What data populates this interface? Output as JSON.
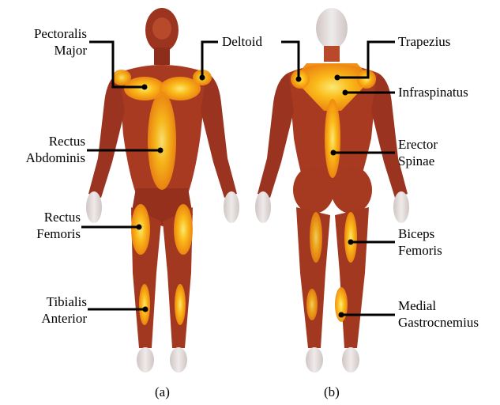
{
  "colors": {
    "muscle": "#a83a22",
    "muscle_dark": "#7a2414",
    "active": "#f08a10",
    "active_hot": "#ffd21a",
    "bone": "#d8d0cc",
    "leader": "#000000"
  },
  "labels": {
    "pectoralis": [
      "Pectoralis",
      "Major"
    ],
    "rectus_abdominis": [
      "Rectus",
      "Abdominis"
    ],
    "rectus_femoris": [
      "Rectus",
      "Femoris"
    ],
    "tibialis": [
      "Tibialis",
      "Anterior"
    ],
    "deltoid": [
      "Deltoid"
    ],
    "trapezius": [
      "Trapezius"
    ],
    "infraspinatus": [
      "Infraspinatus"
    ],
    "erector": [
      "Erector",
      "Spinae"
    ],
    "biceps_femoris": [
      "Biceps",
      "Femoris"
    ],
    "gastrocnemius": [
      "Medial",
      "Gastrocnemius"
    ]
  },
  "captions": {
    "front": "(a)",
    "back": "(b)"
  }
}
